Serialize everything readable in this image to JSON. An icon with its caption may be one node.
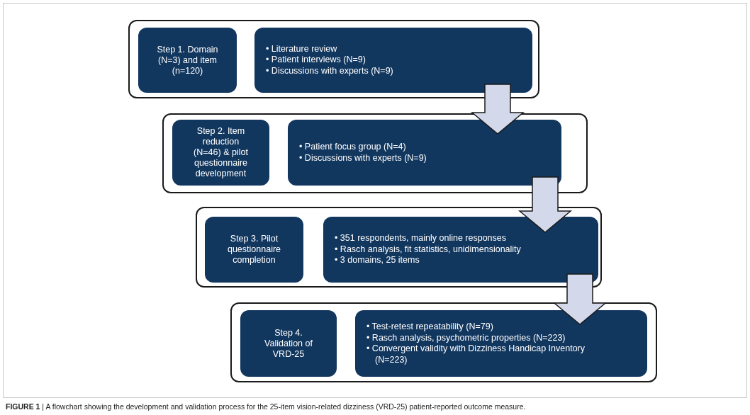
{
  "diagram": {
    "caption": "**FIGURE 1** | A flowchart showing the development and validation process for the 25-item vision-related dizziness (VRD-25) patient-reported outcome measure.",
    "nodes": [
      {
        "text": [],
        "shape": "box"
      },
      {
        "text": [
          "Step 1. Domain (N=3) and item (n=120)"
        ],
        "in": 0
      },
      {
        "text": [
          "• Literature review",
          "• Patient interviews (N=9)",
          "• Discussions with experts (N=9)"
        ],
        "in": 0
      },
      {
        "text": [],
        "shape": "box"
      },
      {
        "text": [
          "Step 2. Item reduction (N=46) & pilot questionnaire development"
        ],
        "in": 3
      },
      {
        "text": [
          "• Patient focus group (N=4)",
          "• Discussions with experts (N=9)"
        ],
        "in": 3
      },
      {
        "text": [],
        "shape": "box"
      },
      {
        "text": [
          "Step 3. Pilot questionnaire completion"
        ],
        "in": 6
      },
      {
        "text": [
          "• 351 respondents, mainly online responses",
          "• Rasch analysis, fit statistics, unidimensionality",
          "• 3 domains, 25 items"
        ],
        "in": 6
      },
      {
        "text": [],
        "shape": "box"
      },
      {
        "text": [
          "Step 4. Validation of VRD-25"
        ],
        "in": 9
      },
      {
        "text": [
          "• Test-retest repeatability (N=79)",
          "• Rasch analysis, psychometric properties (N=223)",
          "• Convergent validity with Dizziness Handicap Inventory (N=223)"
        ],
        "in": 9
      }
    ],
    "edges": [
      {
        "from": 2,
        "to": 5,
        "arrow": "to",
        "style": "thick"
      },
      {
        "from": 5,
        "to": 8,
        "arrow": "to",
        "style": "thick"
      },
      {
        "from": 8,
        "to": 11,
        "arrow": "to",
        "style": "thick"
      }
    ]
  }
}
